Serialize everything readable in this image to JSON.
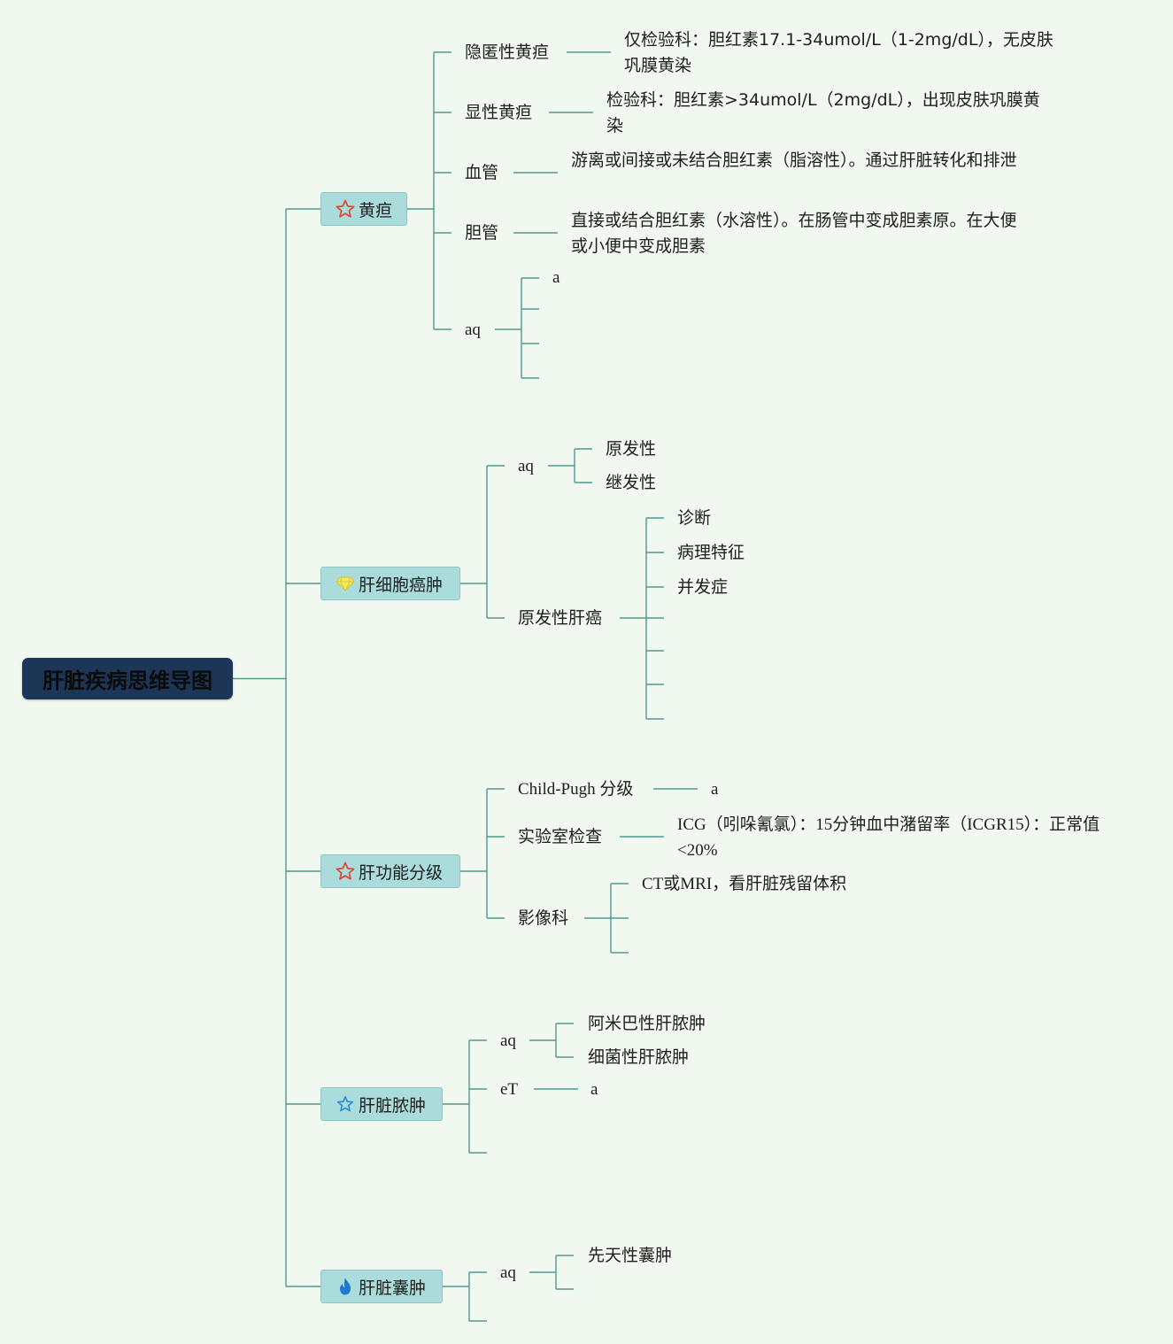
{
  "colors": {
    "line": "#4f9a8e",
    "root_bg": "#1d3557",
    "branch_bg": "#a9dcdb",
    "page_bg": "#f1f8ef"
  },
  "root": "肝脏疾病思维导图",
  "branches": {
    "jaundice": {
      "label": "黄疸",
      "icon": "star-outline-icon",
      "hidden": {
        "label": "隐匿性黄疸",
        "detail": "仅检验科：胆红素17.1-34umol/L（1-2mg/dL），无皮肤巩膜黄染"
      },
      "overt": {
        "label": "显性黄疸",
        "detail": "检验科：胆红素>34umol/L（2mg/dL），出现皮肤巩膜黄染"
      },
      "vessel": {
        "label": "血管",
        "detail": "游离或间接或未结合胆红素（脂溶性）。通过肝脏转化和排泄"
      },
      "bile": {
        "label": "胆管",
        "detail": "直接或结合胆红素（水溶性）。在肠管中变成胆素原。在大便或小便中变成胆素"
      },
      "aq": {
        "label": "aq",
        "child": "a"
      }
    },
    "hcc": {
      "label": "肝细胞癌肿",
      "icon": "diamond-icon",
      "aq": {
        "label": "aq",
        "children": [
          "原发性",
          "继发性"
        ]
      },
      "primary": {
        "label": "原发性肝癌",
        "children": [
          "诊断",
          "病理特征",
          "并发症"
        ]
      }
    },
    "function": {
      "label": "肝功能分级",
      "icon": "star-outline-icon",
      "childpugh": {
        "label": "Child-Pugh 分级",
        "child": "a"
      },
      "lab": {
        "label": "实验室检查",
        "detail": "ICG（吲哚氰氯）：15分钟血中潴留率（ICGR15）：正常值<20%"
      },
      "imaging": {
        "label": "影像科",
        "child": "CT或MRI，看肝脏残留体积"
      }
    },
    "abscess": {
      "label": "肝脏脓肿",
      "icon": "star-blue-icon",
      "aq": {
        "label": "aq",
        "children": [
          "阿米巴性肝脓肿",
          "细菌性肝脓肿"
        ]
      },
      "et": {
        "label": "eT",
        "child": "a"
      }
    },
    "cyst": {
      "label": "肝脏囊肿",
      "icon": "flame-icon",
      "aq": {
        "label": "aq",
        "children": [
          "先天性囊肿"
        ]
      }
    }
  }
}
